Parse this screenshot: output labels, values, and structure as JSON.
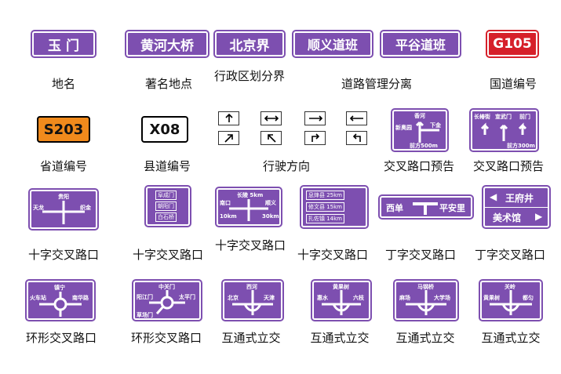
{
  "signs": {
    "yumen": "玉 门",
    "huanghe": "黄河大桥",
    "beijingjie": "北京界",
    "shunyi": "顺义道班",
    "pinggu": "平谷道班",
    "g105": "G105",
    "s203": "S203",
    "x08": "X08",
    "xiheicheng": "西单",
    "pinganli": "平安里",
    "wangfujing": "王府井",
    "meishuguan": "美术馆"
  },
  "small_text": {
    "s1_top": "香河",
    "s1_left": "新奥园",
    "s1_right": "下金",
    "s1_bottom": "前方500m",
    "s2_a": "长椿街",
    "s2_b": "宣武门",
    "s2_c": "前门",
    "s2_bottom": "前方300m",
    "s3_top": "贵阳",
    "s3_left": "天龙",
    "s3_right": "织金",
    "s4_a": "阜成门",
    "s4_b": "朝阳门",
    "s4_c": "白石桥",
    "s5_top": "长陵 5km",
    "s5_left": "南口",
    "s5_right": "顺义",
    "s5_l2": "10km",
    "s5_r2": "30km",
    "s6_a": "息烽县 25km",
    "s6_b": "修文县 15km",
    "s6_c": "扎佐镇 14km",
    "r1_top": "镇宁",
    "r1_left": "火车站",
    "r1_right": "南华路",
    "r2_top": "中关门",
    "r2_left": "阳江门",
    "r2_right": "太平门",
    "r2_bottom": "草场门",
    "i1_top": "西河",
    "i1_left": "北京",
    "i1_right": "天津",
    "i2_top": "黄果树",
    "i2_left": "惠水",
    "i2_right": "六枝",
    "i3_top": "马钢桥",
    "i3_left": "麻场",
    "i3_right": "大学场",
    "i4_top": "关岭",
    "i4_left": "黄果树",
    "i4_right": "都匀"
  },
  "captions": {
    "diming": "地名",
    "zhuming": "著名地点",
    "xingzheng": "行政区划分界",
    "daolu": "道路管理分离",
    "guodao": "国道编号",
    "shengdao": "省道编号",
    "xiandao": "县道编号",
    "xingshi": "行驶方向",
    "yugao1": "交叉路口预告",
    "yugao2": "交叉路口预告",
    "shizi1": "十字交叉路口",
    "shizi2": "十字交叉路口",
    "shizi3": "十字交叉路口",
    "shizi4": "十字交叉路口",
    "dingzi1": "丁字交叉路口",
    "dingzi2": "丁字交叉路口",
    "huanxing1": "环形交叉路口",
    "huanxing2": "环形交叉路口",
    "hutong1": "互通式立交",
    "hutong2": "互通式立交",
    "hutong3": "互通式立交",
    "hutong4": "互通式立交"
  },
  "colors": {
    "guide_purple": "#7d4fb0",
    "national_red": "#d6202a",
    "provincial_orange": "#f08a1c"
  }
}
